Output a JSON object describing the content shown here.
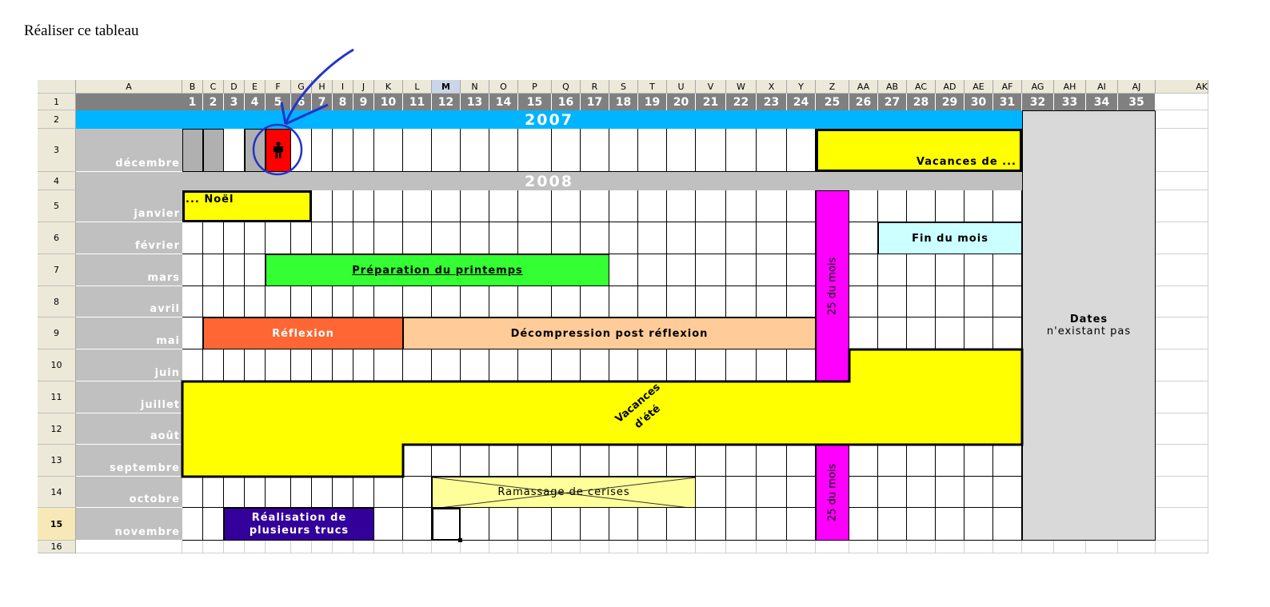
{
  "document": {
    "title": "Réaliser ce tableau"
  },
  "sheet": {
    "columns": [
      "A",
      "B",
      "C",
      "D",
      "E",
      "F",
      "G",
      "H",
      "I",
      "J",
      "K",
      "L",
      "M",
      "N",
      "O",
      "P",
      "Q",
      "R",
      "S",
      "T",
      "U",
      "V",
      "W",
      "X",
      "Y",
      "Z",
      "AA",
      "AB",
      "AC",
      "AD",
      "AE",
      "AF",
      "AG",
      "AH",
      "AI",
      "AJ",
      "AK"
    ],
    "day_numbers": [
      "1",
      "2",
      "3",
      "4",
      "5",
      "6",
      "7",
      "8",
      "9",
      "10",
      "11",
      "12",
      "13",
      "14",
      "15",
      "16",
      "17",
      "18",
      "19",
      "20",
      "21",
      "22",
      "23",
      "24",
      "25",
      "26",
      "27",
      "28",
      "29",
      "30",
      "31",
      "32",
      "33",
      "34",
      "35"
    ],
    "row_numbers": [
      "1",
      "2",
      "3",
      "4",
      "5",
      "6",
      "7",
      "8",
      "9",
      "10",
      "11",
      "12",
      "13",
      "14",
      "15",
      "16"
    ],
    "active_column": "M",
    "active_row": "15",
    "years": {
      "y2007": "2007",
      "y2008": "2008"
    },
    "months": [
      "décembre",
      "janvier",
      "février",
      "mars",
      "avril",
      "mai",
      "juin",
      "juillet",
      "août",
      "septembre",
      "octobre",
      "novembre"
    ],
    "events": {
      "vacances_noel_start": "Vacances de ...",
      "vacances_noel_end": "... Noël",
      "fin_du_mois": "Fin du mois",
      "preparation": "Préparation du printemps",
      "reflexion": "Réflexion",
      "decompression": "Décompression post réflexion",
      "vacances_ete_1": "Vacances",
      "vacances_ete_2": "d'été",
      "ramassage": "Ramassage de cerises",
      "realisation_1": "Réalisation de",
      "realisation_2": "plusieurs trucs",
      "vingt_cinq_1": "25 du mois",
      "vingt_cinq_2": "25 du mois",
      "dates_inexistantes_1": "Dates",
      "dates_inexistantes_2": "n'existant pas"
    },
    "colors": {
      "yellow": "#ffff00",
      "green": "#33ff33",
      "orange_red": "#ff6633",
      "peach": "#ffcc99",
      "magenta": "#ff00ff",
      "light_cyan": "#ccffff",
      "navy": "#330099",
      "light_yellow": "#ffff99",
      "red": "#ff0000",
      "blue_year": "#00b4ff",
      "gray": "#c0c0c0",
      "annotation_blue": "#2233cc"
    },
    "icons": [
      "person-icon"
    ]
  }
}
